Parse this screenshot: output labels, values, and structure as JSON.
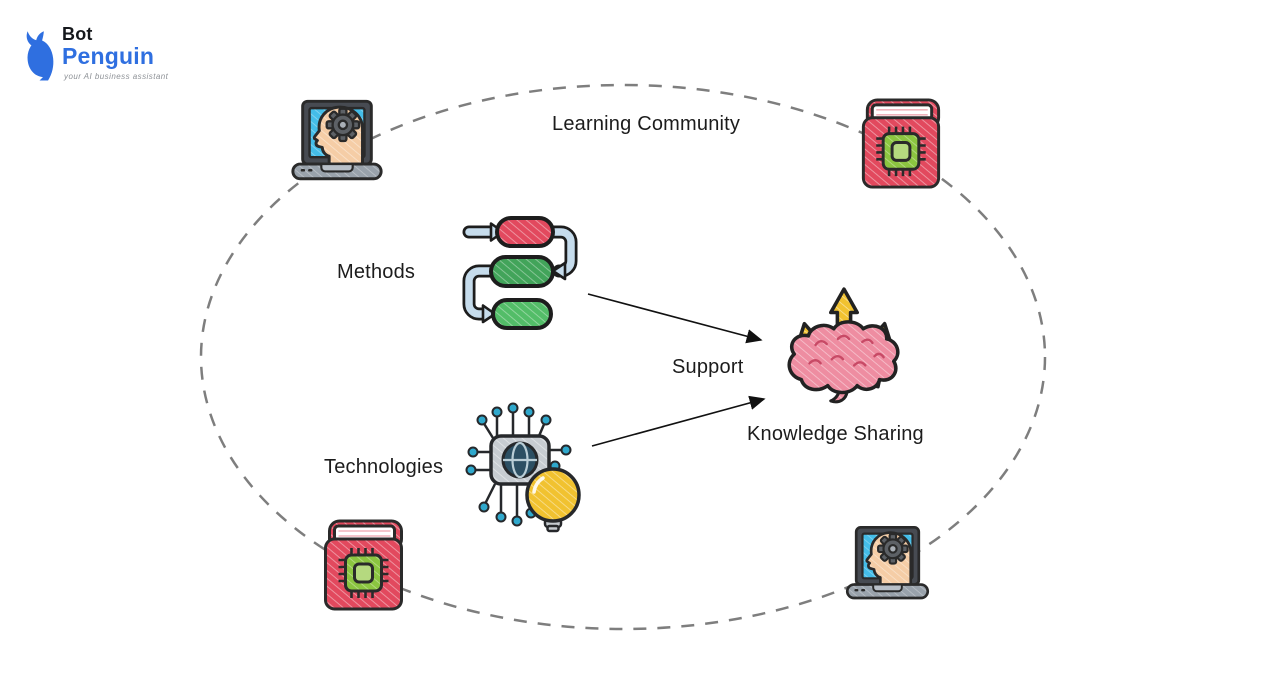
{
  "logo": {
    "brand_line1": "Bot",
    "brand_line2": "Penguin",
    "tagline": "your AI business assistant"
  },
  "diagram": {
    "labels": {
      "learning_community": "Learning Community",
      "methods": "Methods",
      "support": "Support",
      "knowledge_sharing": "Knowledge Sharing",
      "technologies": "Technologies"
    },
    "icons": [
      {
        "name": "laptop-ai-head-icon",
        "position": "top-left"
      },
      {
        "name": "ai-book-chip-icon",
        "position": "top-right"
      },
      {
        "name": "workflow-steps-icon",
        "position": "middle-left",
        "label": "Methods"
      },
      {
        "name": "brain-up-arrows-icon",
        "position": "middle-right",
        "label": "Knowledge Sharing"
      },
      {
        "name": "ai-chip-lightbulb-icon",
        "position": "lower-left",
        "label": "Technologies"
      },
      {
        "name": "ai-book-chip-icon",
        "position": "bottom-left"
      },
      {
        "name": "laptop-ai-head-icon",
        "position": "bottom-right"
      }
    ],
    "connections": [
      {
        "from": "Methods",
        "to": "Knowledge Sharing",
        "label": "Support"
      },
      {
        "from": "Technologies",
        "to": "Knowledge Sharing",
        "label": "Support"
      }
    ]
  },
  "colors": {
    "brand_blue": "#2f6fe0",
    "text": "#1c1c1c",
    "ellipse_dash_gray": "#7e7e7e",
    "arrow_black": "#111111",
    "icon_red": "#e2495e",
    "icon_green_chip": "#8bc540",
    "icon_green_dark_pill": "#42a45a",
    "icon_green_light_pill": "#53bd68",
    "icon_pink_brain": "#ee8da1",
    "icon_yellow": "#f1c230",
    "icon_screen_blue": "#44bde8",
    "icon_teal_dot": "#2fa8cc",
    "icon_gray": "#c7ccd1",
    "icon_skin": "#f5cda6",
    "icon_connector_blue": "#c6dcec"
  }
}
